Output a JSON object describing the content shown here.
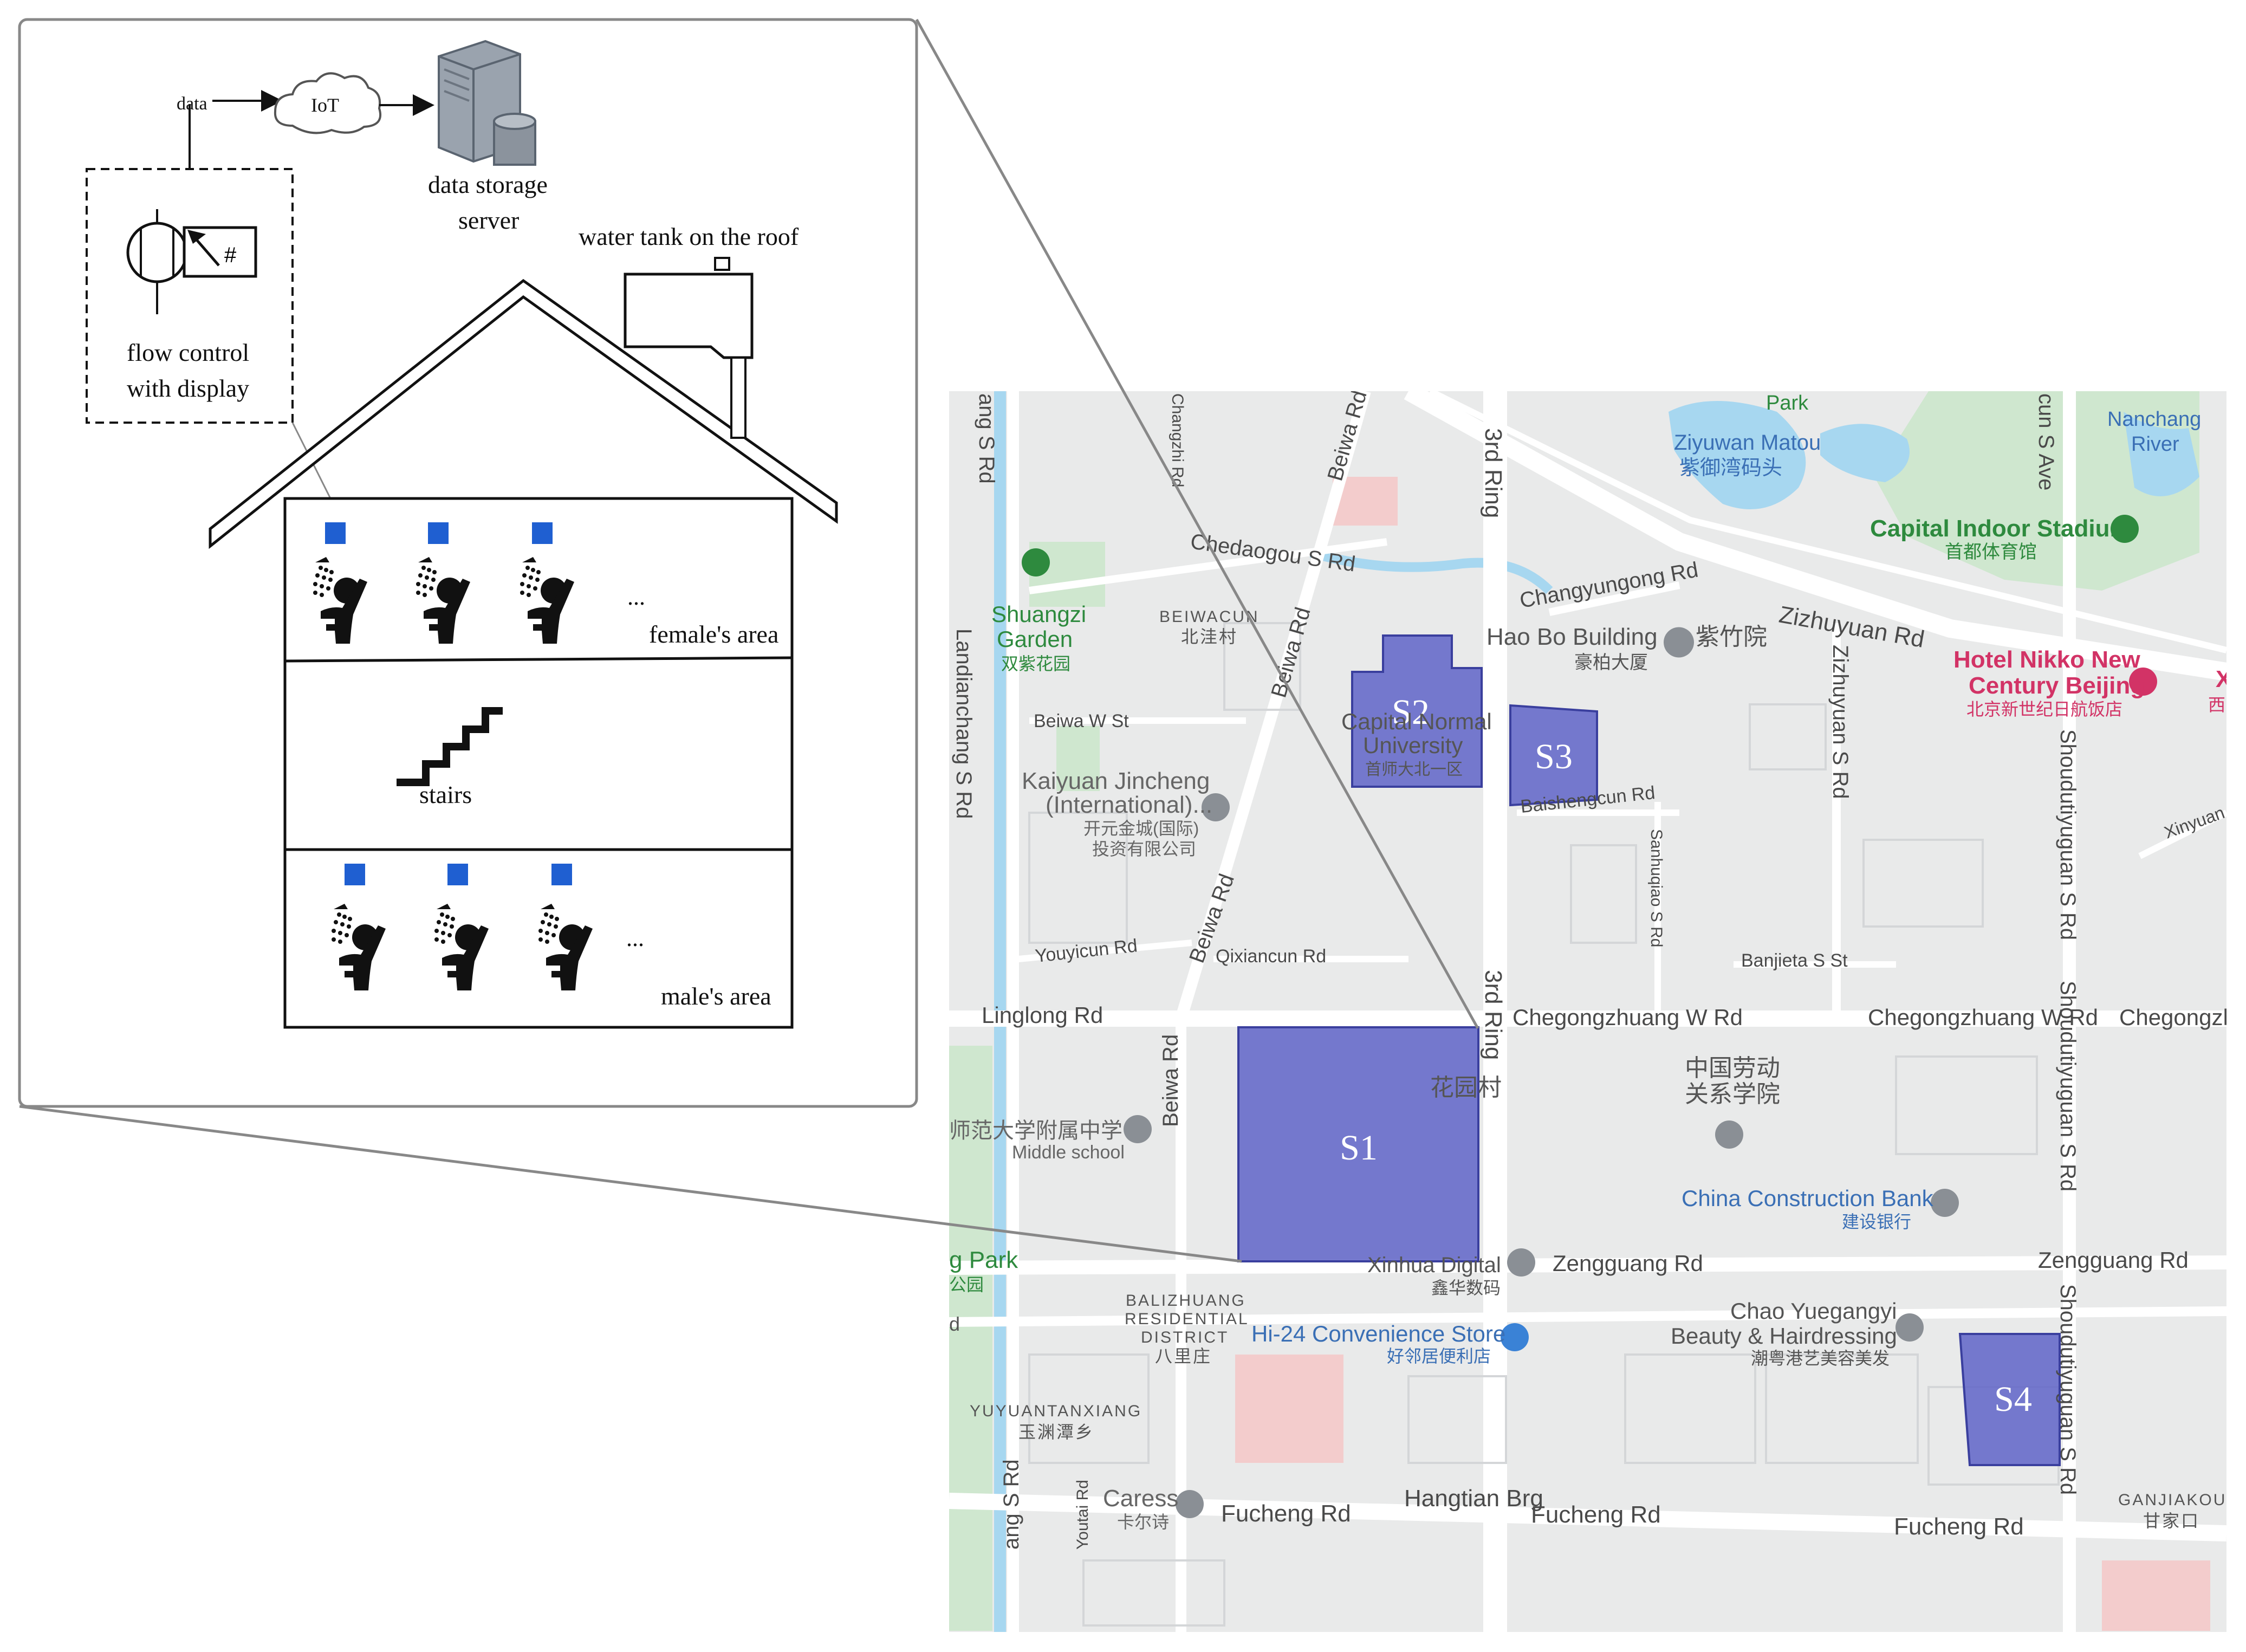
{
  "diagram": {
    "data_label": "data",
    "iot_label": "IoT",
    "server_label_line1": "data storage",
    "server_label_line2": "server",
    "flow_label_line1": "flow control",
    "flow_label_line2": "with display",
    "water_tank_label": "water tank on the roof",
    "female_area_label": "female's area",
    "male_area_label": "male's area",
    "stairs_label": "stairs",
    "ellipsis": "..."
  },
  "map": {
    "sites": [
      "S1",
      "S2",
      "S3",
      "S4"
    ],
    "roads": {
      "chedaogou": "Chedaogou S Rd",
      "changyungong": "Changyungong Rd",
      "zizhuyuan": "Zizhuyuan Rd",
      "beiwa_w_st": "Beiwa W St",
      "baishengcun": "Baishengcun Rd",
      "youyicun": "Youyicun Rd",
      "qixiancun": "Qixiancun Rd",
      "banjieta": "Banjieta S St",
      "linglong": "Linglong Rd",
      "chegongzhuang_w": "Chegongzhuang W Rd",
      "chegongzhuang_w2": "Chegongzhuang W Rd",
      "chegongzhuang_cut": "Chegongzhu",
      "zengguang": "Zengguang Rd",
      "zengguang2": "Zengguang Rd",
      "fucheng1": "Fucheng Rd",
      "fucheng2": "Fucheng Rd",
      "fucheng3": "Fucheng Rd",
      "hangtian": "Hangtian Brg",
      "xinyuan": "Xinyuan",
      "beiwa_1": "Beiwa Rd",
      "beiwa_2": "Beiwa Rd",
      "beiwa_3": "Beiwa Rd",
      "beiwa_4": "Beiwa Rd",
      "ring3_1": "3rd Ring",
      "ring3_2": "3rd Ring",
      "landianchang": "Landianchang S Rd",
      "zizhuyuan_s": "Zizhuyuan S Rd",
      "shoudutiyuguan_1": "Shoudutiyuguan S Rd",
      "shoudutiyuguan_2": "Shoudutiyuguan S Rd",
      "shoudutiyuguan_3": "Shoudutiyuguan S Rd",
      "changzhi": "Changzhi Rd",
      "sanhuqiao": "Sanhuqiao S Rd",
      "top_left_cut": "ang S Rd",
      "bottom_left_cut": "ang S Rd",
      "youtai": "Youtai Rd",
      "cun_s_ave": "cun S Ave"
    },
    "pois": {
      "park_top": "Park",
      "ziyuwan_en": "Ziyuwan Matou",
      "ziyuwan_zh": "紫御湾码头",
      "nanchang_1": "Nanchang",
      "nanchang_2": "River",
      "capital_stadium_en": "Capital Indoor Stadium",
      "capital_stadium_zh": "首都体育馆",
      "hotel_en_1": "Hotel Nikko New",
      "hotel_en_2": "Century Beijing",
      "hotel_zh": "北京新世纪日航饭店",
      "hotel_cut": "Xi",
      "hotel_cut_zh": "西",
      "haobo_en": "Hao Bo Building",
      "haobo_zh": "豪柏大厦",
      "zizhuyuan_zh": "紫竹院",
      "shuangzi_1": "Shuangzi",
      "shuangzi_2": "Garden",
      "shuangzi_zh": "双紫花园",
      "beiwacun_en": "BEIWACUN",
      "beiwacun_zh": "北洼村",
      "cnu_1": "Capital Normal",
      "cnu_2": "University",
      "cnu_zh": "首师大北一区",
      "kaiyuan_1": "Kaiyuan Jincheng",
      "kaiyuan_2": "(International)...",
      "kaiyuan_zh1": "开元金城(国际)",
      "kaiyuan_zh2": "投资有限公司",
      "huayuancun": "花园村",
      "labor_zh1": "中国劳动",
      "labor_zh2": "关系学院",
      "school_zh": "师范大学附属中学",
      "school_en": "Middle school",
      "ccb_en": "China Construction Bank",
      "ccb_zh": "建设银行",
      "park_left": "g Park",
      "park_left_zh": "公园",
      "d_cut": "d",
      "xinhua_en": "Xinhua Digital",
      "xinhua_zh": "鑫华数码",
      "balizhuang_1": "BALIZHUANG",
      "balizhuang_2": "RESIDENTIAL",
      "balizhuang_3": "DISTRICT",
      "balizhuang_zh": "八里庄",
      "hi24_en": "Hi-24 Convenience Store",
      "hi24_zh": "好邻居便利店",
      "chao_1": "Chao Yuegangyi",
      "chao_2": "Beauty & Hairdressing",
      "chao_zh": "潮粤港艺美容美发",
      "yuyuan_en": "YUYUANTANXIANG",
      "yuyuan_zh": "玉渊潭乡",
      "caress_en": "Caress",
      "caress_zh": "卡尔诗",
      "ganjiakou_en": "GANJIAKOU",
      "ganjiakou_zh": "甘家口"
    }
  },
  "colors": {
    "site_fill": "#5f64c8",
    "site_border": "#3a3f9e",
    "map_bg": "#e9eaea",
    "water": "#a7d7f0",
    "park": "#cfe7cf",
    "green_text": "#2e8a3e",
    "blue_text": "#3a6fb5",
    "pink_text": "#d23366",
    "shower_marker": "#1f5fd1"
  }
}
